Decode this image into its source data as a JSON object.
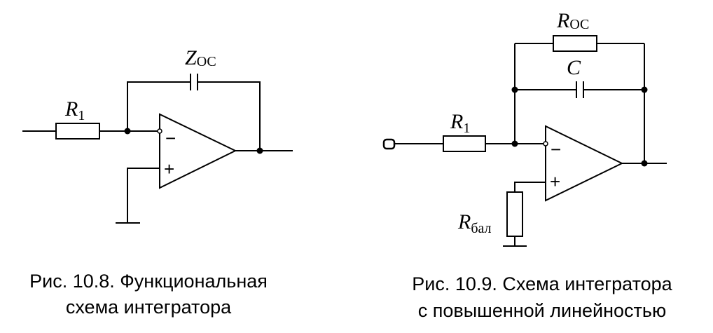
{
  "fig1": {
    "caption_line1": "Рис. 10.8. Функциональная",
    "caption_line2": "схема интегратора",
    "r1": {
      "main": "R",
      "sub": "1"
    },
    "zoc": {
      "main": "Z",
      "sub": "ОС"
    },
    "minus": "−",
    "plus": "+"
  },
  "fig2": {
    "caption_line1": "Рис. 10.9. Схема интегратора",
    "caption_line2": "с повышенной линейностью",
    "r1": {
      "main": "R",
      "sub": "1"
    },
    "roc": {
      "main": "R",
      "sub": "ОС"
    },
    "c": "C",
    "rbal": {
      "main": "R",
      "sub": "бал"
    },
    "minus": "−",
    "plus": "+"
  }
}
